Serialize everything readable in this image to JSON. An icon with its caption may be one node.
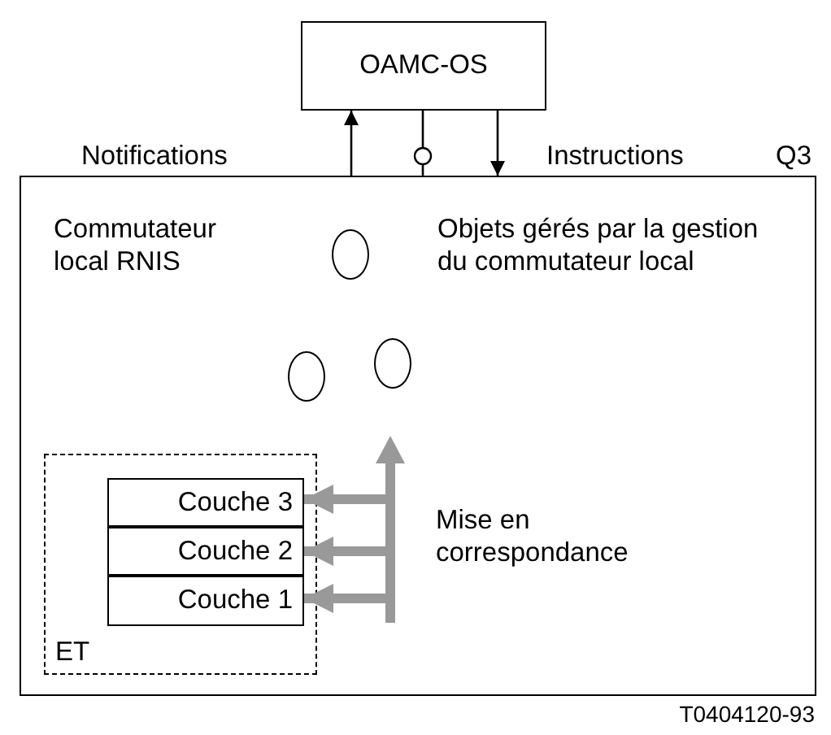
{
  "diagram": {
    "nodes": [
      {
        "text": [
          "OAMC-OS"
        ]
      },
      {
        "text": [
          "Commutateur local RNIS",
          "Objets gérés par la gestion du commutateur local"
        ]
      },
      {
        "text": [],
        "shape": "circle",
        "in": 1
      },
      {
        "text": [],
        "shape": "circle",
        "in": 1
      },
      {
        "text": [],
        "shape": "circle",
        "in": 1
      },
      {
        "text": [
          "ET"
        ],
        "in": 1
      },
      {
        "text": [
          "Couche 3"
        ],
        "in": 5
      },
      {
        "text": [
          "Couche 2"
        ],
        "in": 5
      },
      {
        "text": [
          "Couche 1"
        ],
        "in": 5
      }
    ],
    "edges": [
      {
        "from": 1,
        "to": 0,
        "arrow": "to",
        "label": "Notifications"
      },
      {
        "from": 0,
        "to": 1,
        "arrow": "none"
      },
      {
        "from": 0,
        "to": 1,
        "arrow": "to",
        "label": "Instructions"
      },
      {
        "from": null,
        "to": 6,
        "arrow": "to",
        "style": "thick",
        "color": "#999999"
      },
      {
        "from": null,
        "to": 7,
        "arrow": "to",
        "style": "thick",
        "color": "#999999"
      },
      {
        "from": null,
        "to": 8,
        "arrow": "to",
        "style": "thick",
        "color": "#999999"
      }
    ],
    "labels": [
      "Q3",
      "Mise en correspondance",
      "T0404120-93"
    ]
  }
}
